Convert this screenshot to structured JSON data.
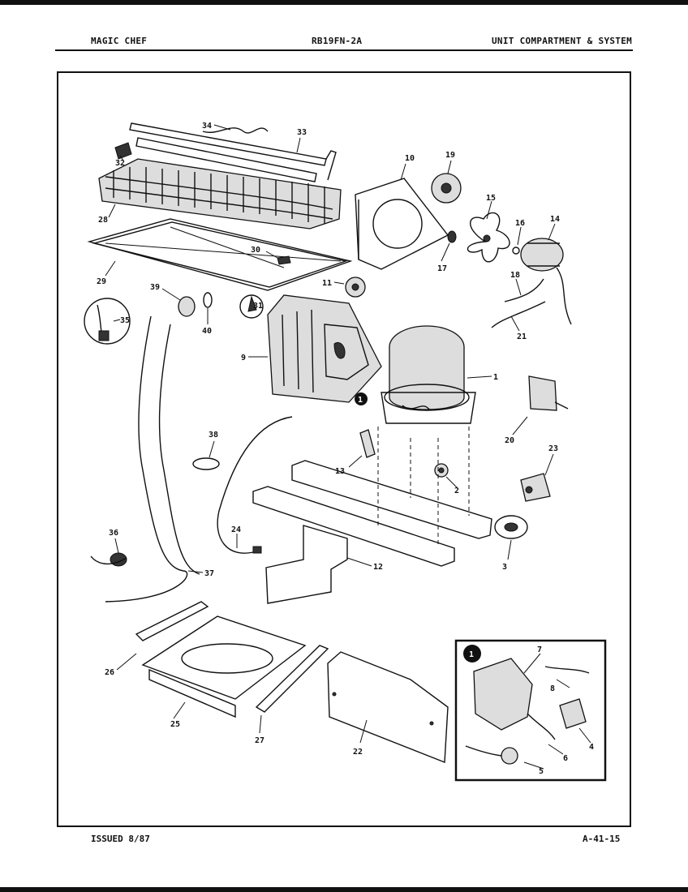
{
  "header": {
    "brand": "MAGIC CHEF",
    "model": "RB19FN-2A",
    "section": "UNIT COMPARTMENT & SYSTEM"
  },
  "footer": {
    "issued": "ISSUED 8/87",
    "page_code": "A-41-15"
  },
  "callouts": [
    "34",
    "33",
    "32",
    "28",
    "10",
    "19",
    "15",
    "16",
    "14",
    "29",
    "30",
    "17",
    "11",
    "39",
    "40",
    "31",
    "35",
    "18",
    "21",
    "9",
    "1",
    "20",
    "38",
    "13",
    "2",
    "23",
    "36",
    "24",
    "37",
    "12",
    "3",
    "26",
    "25",
    "27",
    "22",
    "7",
    "8",
    "4",
    "6",
    "5"
  ],
  "inset_marker": "1"
}
